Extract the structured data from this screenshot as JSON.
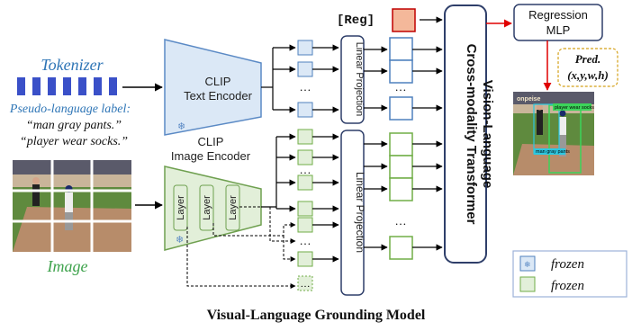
{
  "tokenizer": {
    "title": "Tokenizer",
    "title_color": "#2e75b6",
    "token_color": "#3a50c8"
  },
  "pseudo_label": {
    "heading": "Pseudo-language label:",
    "lines": [
      "“man gray pants.”",
      "“player wear socks.”"
    ],
    "heading_color": "#2e75b6"
  },
  "image_input": {
    "label": "Image",
    "label_color": "#3fa34d"
  },
  "text_encoder": {
    "line1": "CLIP",
    "line2": "Text Encoder",
    "fill": "#dbe8f6",
    "stroke": "#5b8ac5"
  },
  "image_encoder": {
    "line1": "CLIP",
    "line2": "Image Encoder",
    "layer_label": "Layer",
    "fill": "#e2efd9",
    "stroke": "#6fa050"
  },
  "projection": {
    "label": "Linear Projection"
  },
  "reg_token": {
    "label": "[Reg]",
    "fill": "#f4b89a",
    "stroke": "#c00000"
  },
  "transformer": {
    "line1": "Vision-Language",
    "line2": "Cross-modality Transformer"
  },
  "regression": {
    "line1": "Regression",
    "line2": "MLP"
  },
  "prediction": {
    "line1": "Pred.",
    "line2": "(x,y,w,h)"
  },
  "output_image": {
    "box_label_1": "player wear socks",
    "box_label_2": "man gray pants"
  },
  "ellipsis": "…",
  "legend": {
    "frozen_label": "frozen",
    "snowflake": "❄"
  },
  "caption": "Visual-Language Grounding Model",
  "colors": {
    "blue_token": "#dbe8f6",
    "blue_stroke": "#4f81bd",
    "green_token": "#e2efd9",
    "green_stroke": "#70ad47",
    "red": "#e00000"
  }
}
